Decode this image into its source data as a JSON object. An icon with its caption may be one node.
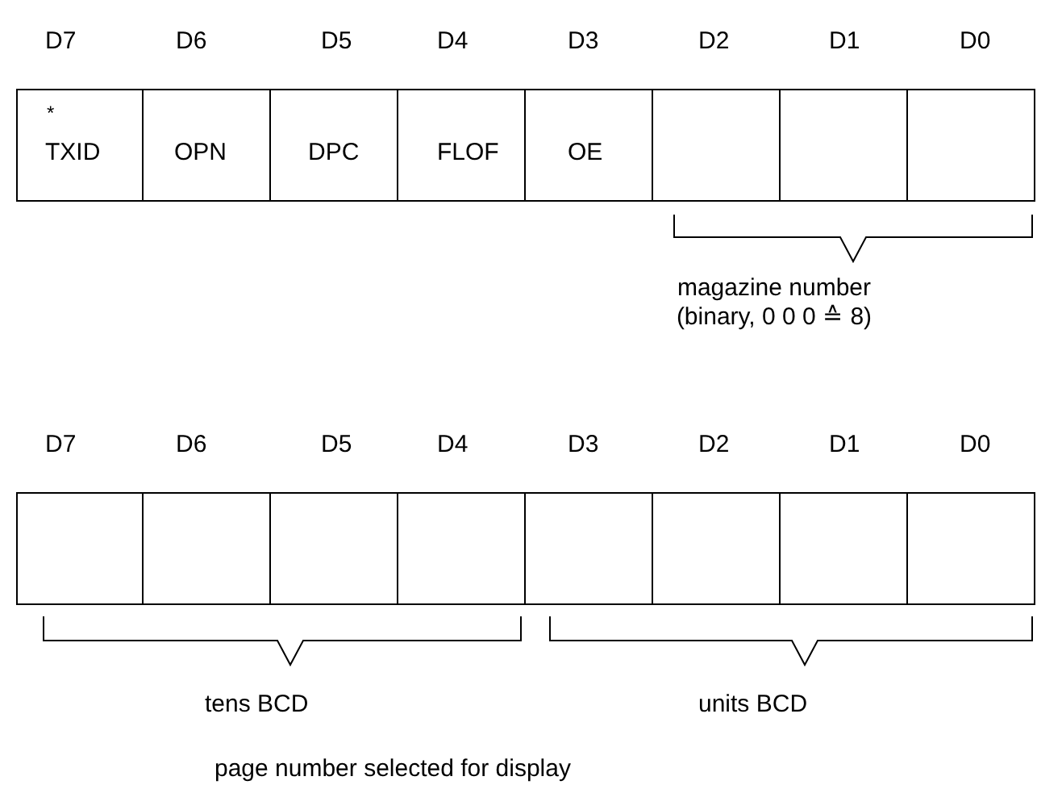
{
  "diagram": {
    "labels": [
      "D7",
      "D6",
      "D5",
      "D4",
      "D3",
      "D2",
      "D1",
      "D0",
      "*",
      "TXID",
      "OPN",
      "DPC",
      "FLOF",
      "OE",
      "magazine number (binary, 0 0 0 ≙ 8)",
      "D7",
      "D6",
      "D5",
      "D4",
      "D3",
      "D2",
      "D1",
      "D0",
      "tens BCD",
      "units BCD",
      "page number selected for display"
    ]
  }
}
